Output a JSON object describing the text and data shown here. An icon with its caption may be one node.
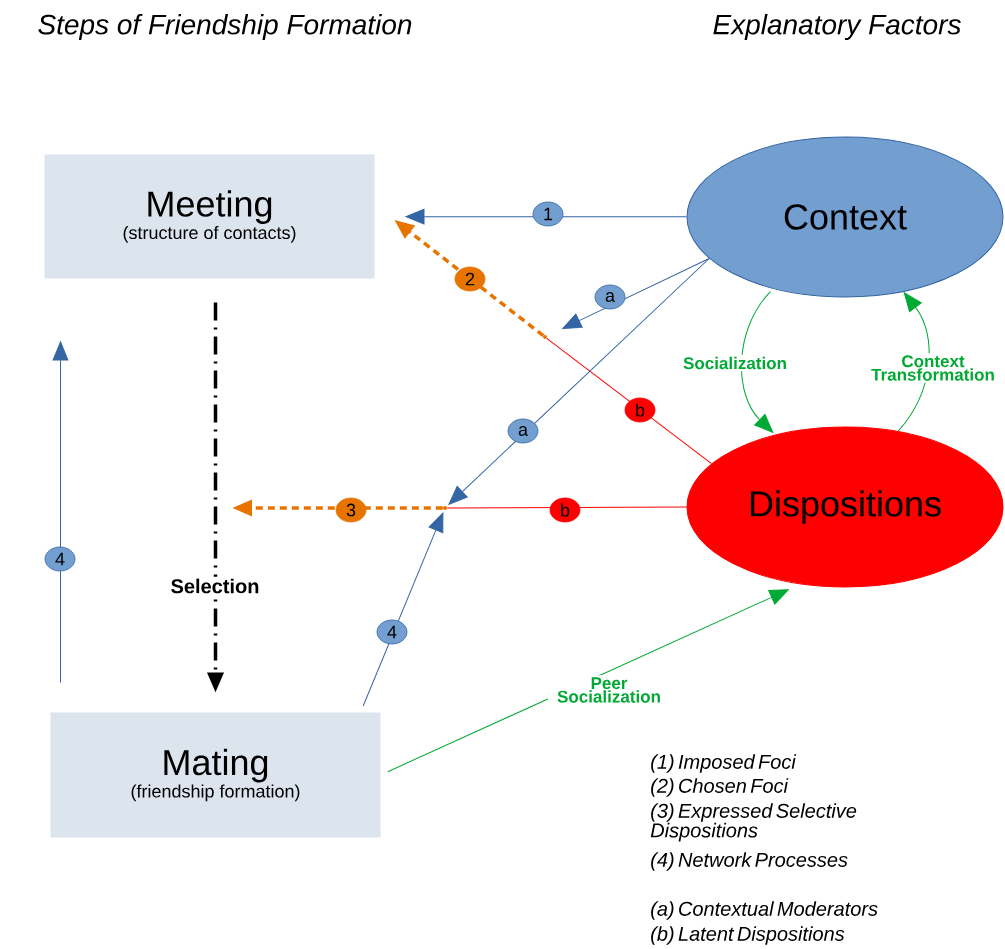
{
  "diagram": {
    "title": "Steps of Friendship Formation",
    "nodes": [
      {
        "text": [
          "Meeting",
          "(structure of contacts)"
        ]
      },
      {
        "text": [
          "Mating",
          "(friendship formation)"
        ]
      },
      {
        "text": [
          "Context"
        ]
      },
      {
        "text": [
          "Dispositions"
        ]
      },
      {
        "text": [],
        "shape": "circle"
      },
      {
        "text": [],
        "shape": "circle"
      }
    ],
    "edges": [
      {
        "from": 2,
        "to": 0,
        "arrow": "to",
        "label": "1"
      },
      {
        "from": 3,
        "to": 4,
        "arrow": "none",
        "label": "b",
        "color": "#ff0000"
      },
      {
        "from": 4,
        "to": 0,
        "arrow": "to",
        "label": "2",
        "style": "dashed",
        "color": "#e87400"
      },
      {
        "from": 2,
        "to": 4,
        "arrow": "to",
        "label": "a"
      },
      {
        "from": 2,
        "to": 5,
        "arrow": "to",
        "label": "a"
      },
      {
        "from": 3,
        "to": 5,
        "arrow": "none",
        "label": "b",
        "color": "#ff0000"
      },
      {
        "from": 5,
        "to": null,
        "arrow": "to",
        "label": "3",
        "style": "dashed",
        "color": "#e87400"
      },
      {
        "from": 1,
        "to": 5,
        "arrow": "to",
        "label": "4"
      },
      {
        "from": 0,
        "to": 1,
        "arrow": "to",
        "label": "Selection",
        "style": "dashed",
        "color": "#000000"
      },
      {
        "from": 1,
        "to": 0,
        "arrow": "to",
        "label": "4"
      },
      {
        "from": 2,
        "to": 3,
        "arrow": "to",
        "label": "Socialization",
        "color": "#00a933"
      },
      {
        "from": 3,
        "to": 2,
        "arrow": "to",
        "label": "Context Transformation",
        "color": "#00a933"
      },
      {
        "from": 1,
        "to": 3,
        "arrow": "to",
        "label": "Peer Socialization",
        "color": "#00a933"
      }
    ],
    "labels": [
      "Explanatory Factors",
      "(1) Imposed Foci",
      "(2) Chosen Foci",
      "(3) Expressed Selective Dispositions",
      "(4) Network Processes",
      "(a) Contextual Moderators",
      "(b) Latent Dispositions"
    ]
  }
}
